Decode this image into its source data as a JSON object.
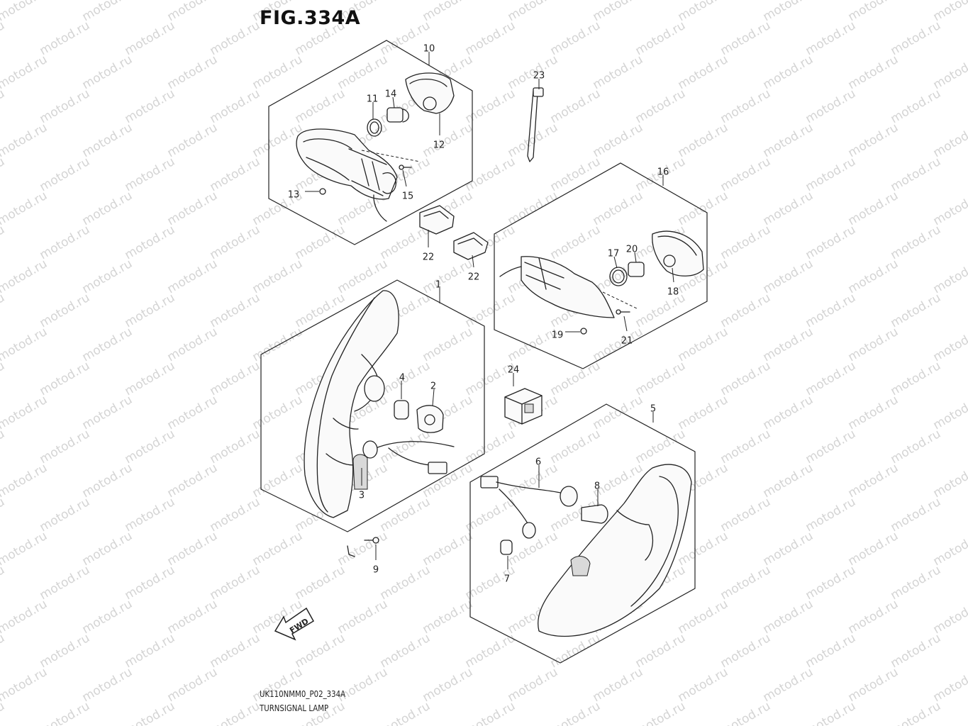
{
  "figure": {
    "title": "FIG.334A",
    "drawing_code": "UK110NMM0_P02_334A",
    "drawing_name": "TURNSIGNAL LAMP",
    "watermark_text": "motod.ru",
    "fwd_label": "FWD"
  },
  "callouts": [
    {
      "key": "c1",
      "label": "1"
    },
    {
      "key": "c2",
      "label": "2"
    },
    {
      "key": "c3",
      "label": "3"
    },
    {
      "key": "c4",
      "label": "4"
    },
    {
      "key": "c5",
      "label": "5"
    },
    {
      "key": "c6",
      "label": "6"
    },
    {
      "key": "c7",
      "label": "7"
    },
    {
      "key": "c8",
      "label": "8"
    },
    {
      "key": "c9",
      "label": "9"
    },
    {
      "key": "c10",
      "label": "10"
    },
    {
      "key": "c11",
      "label": "11"
    },
    {
      "key": "c12",
      "label": "12"
    },
    {
      "key": "c13",
      "label": "13"
    },
    {
      "key": "c14",
      "label": "14"
    },
    {
      "key": "c15",
      "label": "15"
    },
    {
      "key": "c16",
      "label": "16"
    },
    {
      "key": "c17",
      "label": "17"
    },
    {
      "key": "c18",
      "label": "18"
    },
    {
      "key": "c19",
      "label": "19"
    },
    {
      "key": "c20",
      "label": "20"
    },
    {
      "key": "c21",
      "label": "21"
    },
    {
      "key": "c22a",
      "label": "22"
    },
    {
      "key": "c22b",
      "label": "22"
    },
    {
      "key": "c23",
      "label": "23"
    },
    {
      "key": "c24",
      "label": "24"
    }
  ],
  "colors": {
    "line": "#222222",
    "watermark": "#d4d4d4",
    "background": "#ffffff"
  }
}
